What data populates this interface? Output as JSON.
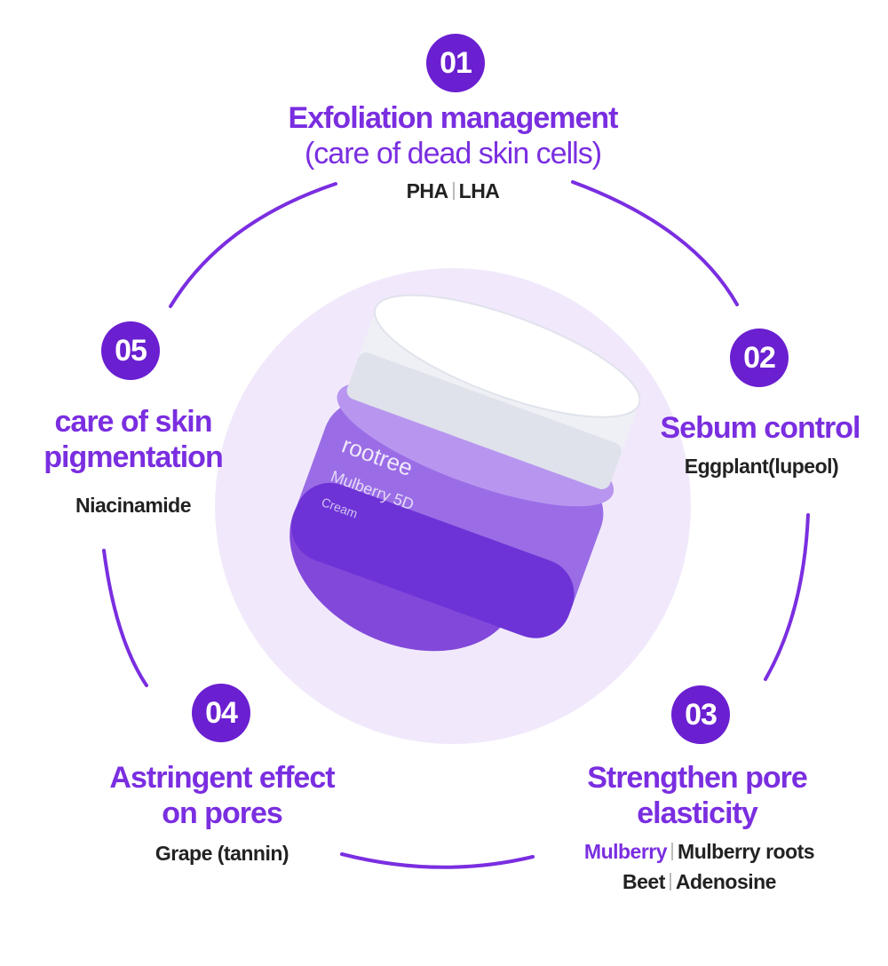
{
  "steps": [
    {
      "number": "01",
      "title": "Exfoliation management",
      "subtitle": "(care of dead skin cells)",
      "ingredients": [
        "PHA",
        "LHA"
      ]
    },
    {
      "number": "02",
      "title": "Sebum control",
      "ingredients": [
        "Eggplant(lupeol)"
      ]
    },
    {
      "number": "03",
      "title_line1": "Strengthen pore",
      "title_line2": "elasticity",
      "ingredients_row1": [
        "Mulberry",
        "Mulberry roots"
      ],
      "ingredients_row2": [
        "Beet",
        "Adenosine"
      ]
    },
    {
      "number": "04",
      "title_line1": "Astringent effect",
      "title_line2": "on pores",
      "ingredients": [
        "Grape (tannin)"
      ]
    },
    {
      "number": "05",
      "title_line1": "care of skin",
      "title_line2": "pigmentation",
      "ingredients": [
        "Niacinamide"
      ]
    }
  ],
  "product": {
    "brand": "rootree",
    "name": "Mulberry 5D",
    "type": "Cream"
  },
  "colors": {
    "accent": "#7a2ee0",
    "badge": "#6a1fd0",
    "halo": "#f1e9fb",
    "jar": "#8f5fe0"
  }
}
